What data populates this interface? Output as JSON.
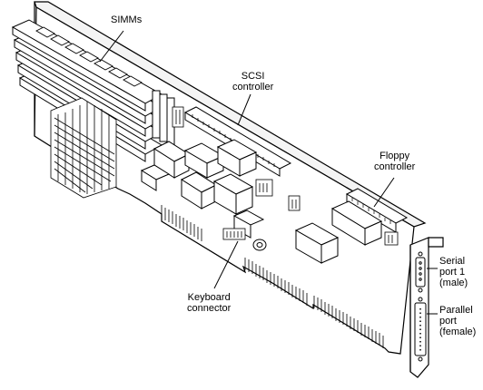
{
  "labels": {
    "simms": {
      "line1": "SIMMs"
    },
    "scsi": {
      "line1": "SCSI",
      "line2": "controller"
    },
    "floppy": {
      "line1": "Floppy",
      "line2": "controller"
    },
    "keyboard": {
      "line1": "Keyboard",
      "line2": "connector"
    },
    "serial": {
      "line1": "Serial",
      "line2": "port 1",
      "line3": "(male)"
    },
    "parallel": {
      "line1": "Parallel",
      "line2": "port",
      "line3": "(female)"
    }
  },
  "colors": {
    "line": "#000000",
    "board": "#ffffff",
    "chip": "#ffffff",
    "background": "#ffffff"
  },
  "icons": [
    "pcb-board",
    "simm-module",
    "ic-chip",
    "pin-header",
    "db9-connector",
    "db25-connector",
    "mounting-bracket"
  ]
}
